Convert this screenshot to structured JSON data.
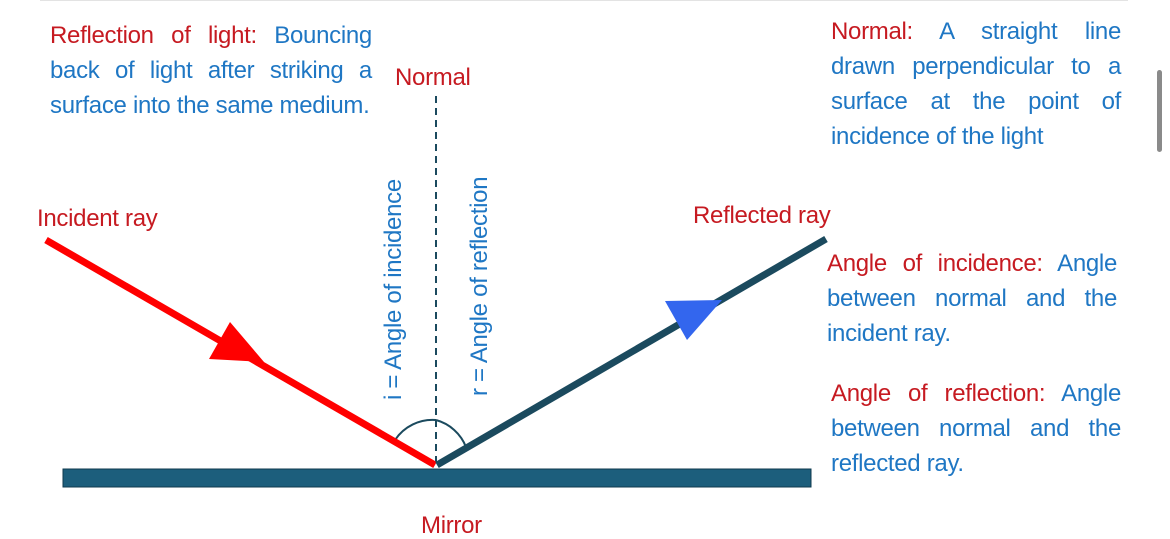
{
  "definitions": {
    "reflection_of_light": {
      "term": "Reflection of light:",
      "text": "Bouncing back of light after striking a surface into the same medium."
    },
    "normal": {
      "term": "Normal:",
      "text": "A straight line drawn perpendicular to a surface at the point of incidence of the light"
    },
    "angle_of_incidence": {
      "term": "Angle of incidence:",
      "text": "Angle between normal and the incident ray."
    },
    "angle_of_reflection": {
      "term": "Angle of reflection:",
      "text": "Angle between normal and the reflected ray."
    }
  },
  "labels": {
    "normal": "Normal",
    "incident_ray": "Incident ray",
    "reflected_ray": "Reflected ray",
    "mirror": "Mirror",
    "angle_i": "i = Angle of incidence",
    "angle_r": "r = Angle of reflection"
  },
  "colors": {
    "term": "#c61a21",
    "definition": "#1f77c4",
    "incident_ray": "#ff0000",
    "reflected_ray": "#1b4a5e",
    "reflected_arrow": "#3366ee",
    "mirror": "#1c5e7c",
    "normal_line": "#1b4a5e"
  }
}
